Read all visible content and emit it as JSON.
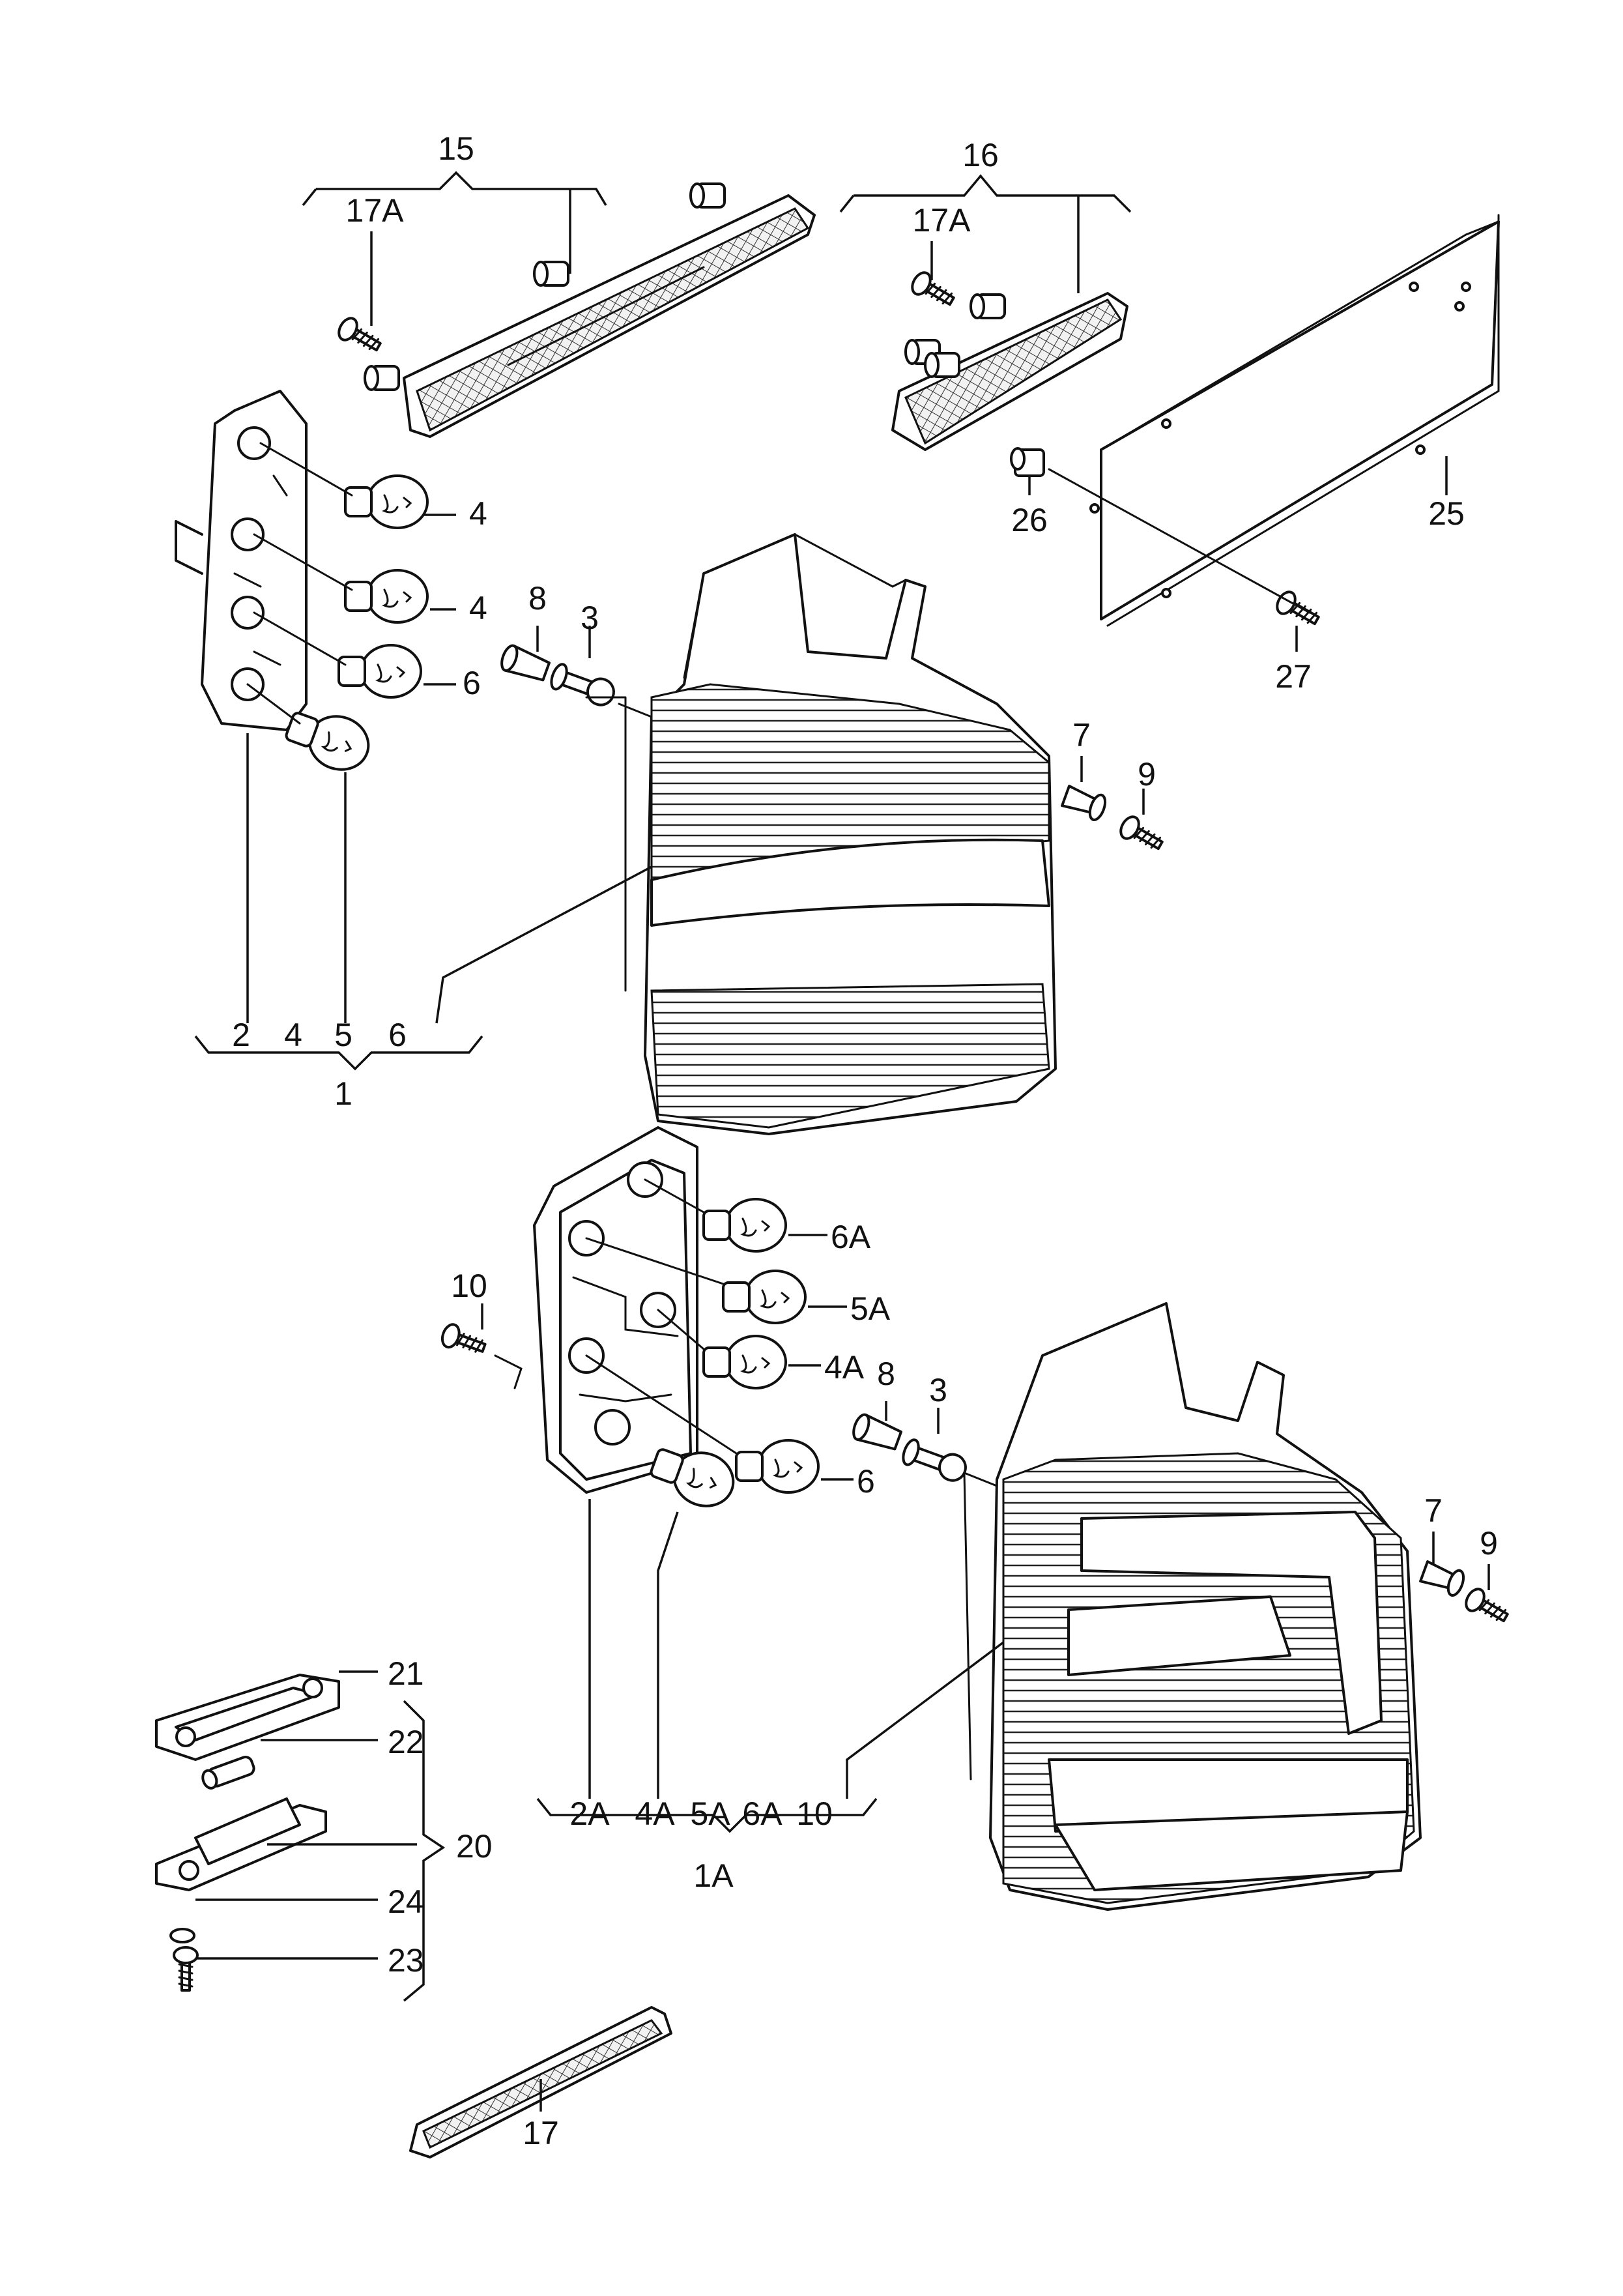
{
  "callouts": {
    "c15": "15",
    "c17a_left": "17A",
    "c16": "16",
    "c17a_right": "17A",
    "c4_top": "4",
    "c4_mid": "4",
    "c6_top": "6",
    "c8_top": "8",
    "c3_top": "3",
    "c7_top": "7",
    "c9_top": "9",
    "c26": "26",
    "c25": "25",
    "c27": "27",
    "g1": {
      "a": "2",
      "b": "4",
      "c": "5",
      "d": "6",
      "group": "1"
    },
    "c10_left": "10",
    "c6a": "6A",
    "c5a": "5A",
    "c4a": "4A",
    "c6_lower": "6",
    "c8_lower": "8",
    "c3_lower": "3",
    "c7_lower": "7",
    "c9_lower": "9",
    "g1a": {
      "a": "2A",
      "b": "4A",
      "c": "5A",
      "d": "6A",
      "e": "10",
      "group": "1A"
    },
    "c21": "21",
    "c22": "22",
    "c24": "24",
    "c23": "23",
    "c20": "20",
    "c17": "17"
  }
}
